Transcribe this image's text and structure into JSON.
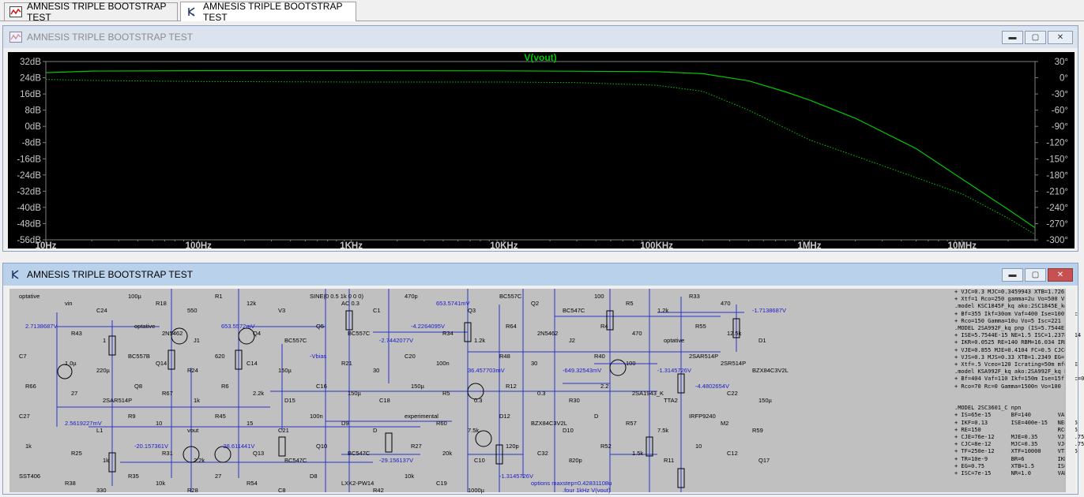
{
  "tabs": [
    {
      "label": "AMNESIS TRIPLE BOOTSTRAP TEST",
      "icon": "waveform-icon",
      "active": false
    },
    {
      "label": "AMNESIS TRIPLE BOOTSTRAP TEST",
      "icon": "schematic-icon",
      "active": true
    }
  ],
  "plot_window": {
    "title": "AMNESIS TRIPLE BOOTSTRAP TEST",
    "trace_label": "V(vout)",
    "colors": {
      "background": "#000000",
      "trace": "#00c800",
      "axis_text": "#c8c8c8"
    }
  },
  "chart_data": {
    "type": "line",
    "title": "V(vout)",
    "x_scale": "log",
    "x_ticks": [
      "10Hz",
      "100Hz",
      "1KHz",
      "10KHz",
      "100KHz",
      "1MHz",
      "10MHz"
    ],
    "y_left_ticks": [
      "32dB",
      "24dB",
      "16dB",
      "8dB",
      "0dB",
      "-8dB",
      "-16dB",
      "-24dB",
      "-32dB",
      "-40dB",
      "-48dB",
      "-56dB"
    ],
    "y_right_ticks": [
      "30°",
      "0°",
      "-30°",
      "-60°",
      "-90°",
      "-120°",
      "-150°",
      "-180°",
      "-210°",
      "-240°",
      "-270°",
      "-300°"
    ],
    "xlim_hz": [
      10,
      30000000
    ],
    "ylim_db": [
      -56,
      32
    ],
    "ylim_deg": [
      -300,
      30
    ],
    "series": [
      {
        "name": "V(vout)",
        "style": "solid",
        "x": [
          10,
          20,
          100,
          1000,
          10000,
          100000,
          200000,
          400000,
          700000,
          1000000,
          2000000,
          5000000,
          10000000,
          20000000,
          30000000
        ],
        "y": [
          26.5,
          27.3,
          27.5,
          27.5,
          27.4,
          27.0,
          26.0,
          22.5,
          17.0,
          13.0,
          4.0,
          -11.0,
          -26.0,
          -41.0,
          -50.0
        ]
      },
      {
        "name": "phase",
        "style": "dotted",
        "x": [
          10,
          20,
          100,
          1000,
          10000,
          30000,
          100000,
          200000,
          400000,
          1000000,
          2000000,
          5000000,
          10000000,
          20000000,
          30000000
        ],
        "y_deg": [
          -3,
          -5,
          -7,
          -8,
          -8,
          -9,
          -14,
          -25,
          -60,
          -115,
          -145,
          -185,
          -215,
          -260,
          -290
        ]
      }
    ]
  },
  "schematic_window": {
    "title": "AMNESIS TRIPLE BOOTSTRAP TEST",
    "labels": [
      "optative",
      "vin",
      "C24",
      "100µ",
      "R18",
      "550",
      "R1",
      "12k",
      "V3",
      "SINE(0 0.5 1k 0 0 0)",
      "AC 0.3",
      "C1",
      "470p",
      "653.5741mV",
      "Q3",
      "BC557C",
      "Q2",
      "BC547C",
      "100",
      "R5",
      "1.2k",
      "R33",
      "470",
      "-1.7138687V",
      "2.7138687V",
      "R43",
      "1",
      "optative",
      "2N5462",
      "J1",
      "653.5572mV",
      "Q4",
      "BC557C",
      "Q5",
      "BC557C",
      "-2.7442077V",
      "-4.2264095V",
      "R34",
      "1.2k",
      "R64",
      "2N5462",
      "J2",
      "R4",
      "470",
      "optative",
      "R55",
      "12.5k",
      "D1",
      "C7",
      "1.0µ",
      "220µ",
      "BC557B",
      "Q14",
      "R24",
      "620",
      "C14",
      "150µ",
      "-Vbias",
      "R21",
      "30",
      "C20",
      "100n",
      "36.457703mV",
      "R48",
      "30",
      "-649.32543mV",
      "R40",
      "100",
      "-1.3145726V",
      "2SAR514P",
      "2SR514P",
      "BZX84C3V2L",
      "R66",
      "27",
      "2SAR514P",
      "Q8",
      "R67",
      "1k",
      "R6",
      "2.2k",
      "D15",
      "C16",
      "150µ",
      "C18",
      "150µ",
      "R5",
      "0.3",
      "R12",
      "0.3",
      "R30",
      "2.2",
      "2SA1943_K",
      "TTA2",
      "-4.4802654V",
      "C22",
      "150µ",
      "C27",
      "2.5619227mV",
      "L1",
      "R9",
      "10",
      "vout",
      "R45",
      "15",
      "C21",
      "100n",
      "D9",
      "D",
      "experimental",
      "R60",
      "7.5k",
      "D12",
      "BZX84C3V2L",
      "D10",
      "D",
      "R57",
      "7.5k",
      "IRFP9240",
      "M2",
      "R59",
      "1k",
      "R25",
      "1k",
      "-20.157361V",
      "R31",
      "2.2k",
      "-28.611441V",
      "Q13",
      "BC547C",
      "Q10",
      "BC547C",
      "-29.156137V",
      "R27",
      "20k",
      "C10",
      "120p",
      "C32",
      "820p",
      "R52",
      "1.5k",
      "R11",
      "10",
      "C12",
      "Q17",
      "SST406",
      "R38",
      "330",
      "R35",
      "10k",
      "R28",
      "27",
      "R54",
      "C8",
      "D8",
      "LXK2-PW14",
      "R42",
      "10k",
      "C19",
      "1000µ",
      "-1.3145726V",
      "options maxstep=0.42831108u",
      ".four 1kHz V(vout)"
    ],
    "netlist_lines": [
      "+ VJC=0.3 MJC=0.3459943 XTB=1.726 ",
      "+ Xtf=1 Rco=250 gamma=2u Vo=500 Vce",
      ".model KSC1845F_kq ako:2SC1845E_kq",
      "+ Bf=355 Ikf=30om Vaf=400 Ise=100f bc",
      "+ Rco=150 Gamma=10u Vo=5 Isc=221",
      ".MODEL 2SA992F_kq pnp (IS=5.7544E-14",
      "+ ISE=5.7544E-15 NE=1.5 ISC=1.2378E-14",
      "+ IKR=0.0525 RE=140 RBM=16.034 IRB=",
      "+ VJE=0.855 MJE=0.4104 FC=0.5 CJC=3.",
      "+ VJS=0.3 MJS=0.33 XTB=1.2349 EG=1.1",
      "+ Xtf=.5 Vceo=120 Icrating=50m mfg=NE",
      ".model KSA992F_kq ako:2SA992F_kq PN",
      "+ Bf=404 Vaf=110 Ikf=150m Ise=15f Isc=0",
      "+ Rco=70 Rc=0 Gamma=1500n Vo=100 Is",
      "",
      "",
      ".MODEL 2SC3601_C npn",
      "+ IS=65e-15      BF=140        VAF",
      "+ IKF=0.13       ISE=400e-15   NE=1.5",
      "+ RE=150                       RC=1.5",
      "+ CJE=76e-12     MJE=0.35      VJE=0.75",
      "+ CJC=8e-12      MJC=0.35      VJC=0.75",
      "+ TF=250e-12     XTF=10000     VTF=35",
      "+ TR=10e-9       BR=6          IKR",
      "+ EG=0.75        XTB=1.5       ISC",
      "+ ISC=7e-15      NR=1.0        VAR"
    ]
  },
  "window_buttons": {
    "minimize": "minimize-icon",
    "maximize": "maximize-icon",
    "close": "close-icon"
  }
}
